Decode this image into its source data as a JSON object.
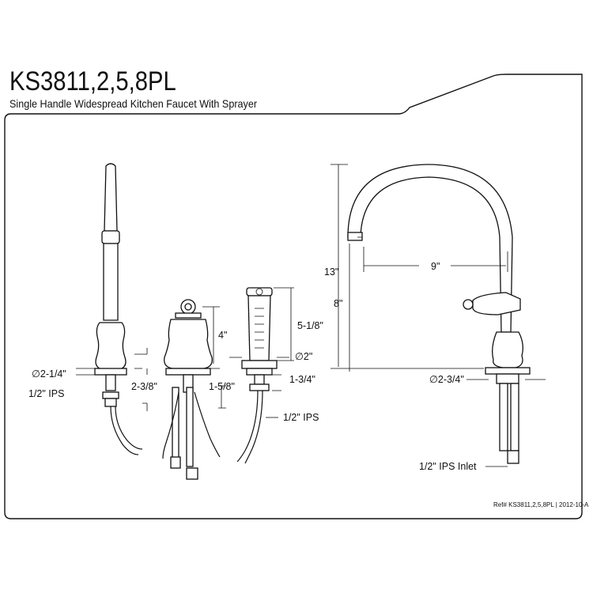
{
  "header": {
    "model": "KS3811,2,5,8PL",
    "description": "Single Handle Widespread Kitchen Faucet With Sprayer"
  },
  "dimensions": {
    "handle_diameter": "∅2-1/4\"",
    "handle_ips": "1/2\" IPS",
    "handle_base_height": "2-3/8\"",
    "handle_top": "4\"",
    "handle_shank": "1-5/8\"",
    "sprayer_length": "5-1/8\"",
    "sprayer_diameter": "∅2\"",
    "sprayer_shank": "1-3/4\"",
    "sprayer_ips": "1/2\" IPS",
    "spout_height": "13\"",
    "spout_reach": "9\"",
    "spout_clearance": "8\"",
    "spout_base_diameter": "∅2-3/4\"",
    "spout_inlet": "1/2\" IPS Inlet"
  },
  "footer": {
    "reference": "Ref# KS3811,2,5,8PL | 2012-10-A"
  }
}
